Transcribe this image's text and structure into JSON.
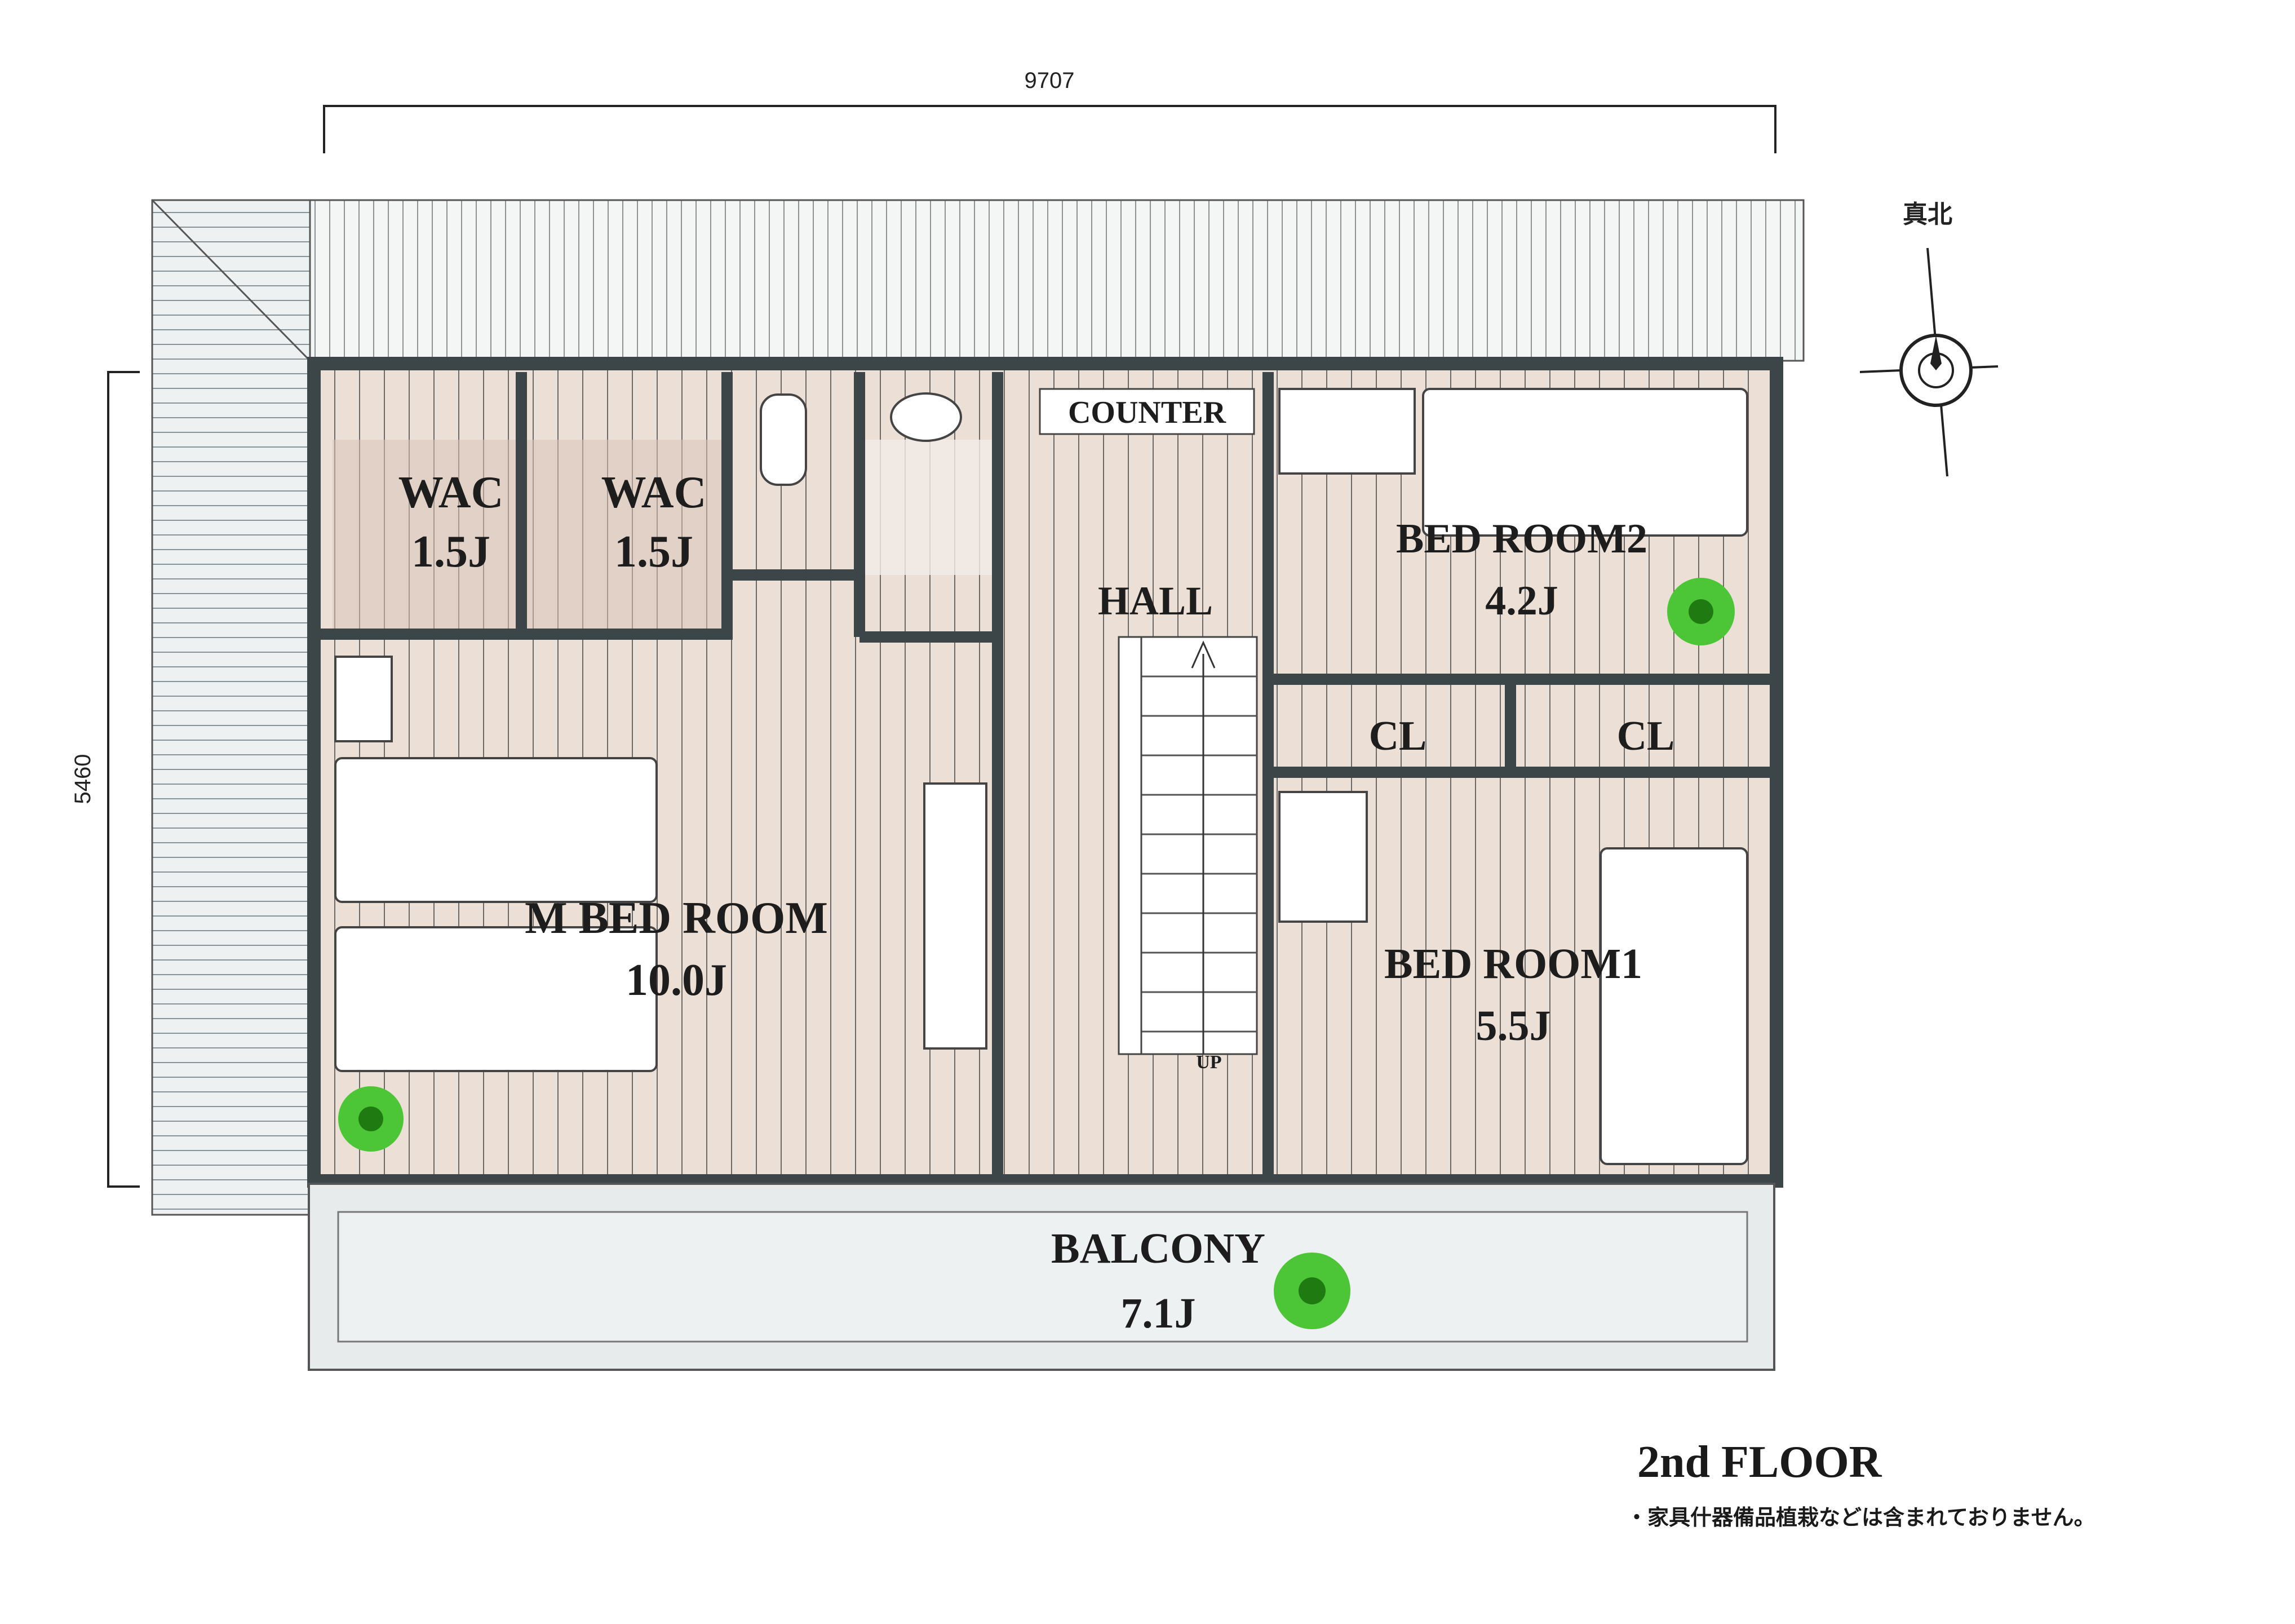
{
  "plan": {
    "floor_title": "2nd FLOOR",
    "note": "・家具什器備品植栽などは含まれておりません。",
    "north_label": "真北",
    "dimensions": {
      "width": "9707",
      "depth": "5460"
    },
    "rooms": {
      "wac1": {
        "name": "WAC",
        "size": "1.5J"
      },
      "wac2": {
        "name": "WAC",
        "size": "1.5J"
      },
      "counter": {
        "name": "COUNTER"
      },
      "hall": {
        "name": "HALL"
      },
      "bed2": {
        "name": "BED ROOM2",
        "size": "4.2J"
      },
      "cl1": {
        "name": "CL"
      },
      "cl2": {
        "name": "CL"
      },
      "mbed": {
        "name": "M BED ROOM",
        "size": "10.0J"
      },
      "bed1": {
        "name": "BED ROOM1",
        "size": "5.5J"
      },
      "balcony": {
        "name": "BALCONY",
        "size": "7.1J"
      }
    },
    "stair_label": "UP"
  },
  "colors": {
    "wall": "#3c4548",
    "floor": "#e9dcd3",
    "roof": "#f2f4f4",
    "balcony": "#e6e9e9",
    "plant": "#3fbf2a"
  }
}
